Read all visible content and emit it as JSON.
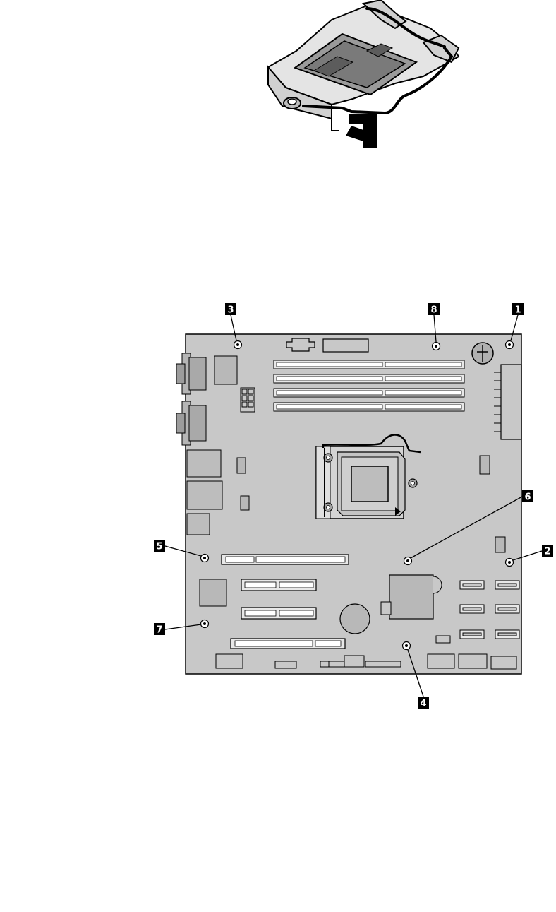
{
  "figures": {
    "processor_socket": {
      "name": "processor-socket-illustration"
    },
    "system_board": {
      "name": "system-board-illustration",
      "callouts": [
        {
          "label": "1"
        },
        {
          "label": "2"
        },
        {
          "label": "3"
        },
        {
          "label": "4"
        },
        {
          "label": "5"
        },
        {
          "label": "6"
        },
        {
          "label": "7"
        },
        {
          "label": "8"
        }
      ]
    }
  },
  "colors": {
    "board_fill": "#c8c8c8",
    "line": "#000000",
    "callout_box": "#000000",
    "callout_text": "#ffffff",
    "socket_gray": "#bdbdbd",
    "socket_dark": "#6f6f6f"
  }
}
